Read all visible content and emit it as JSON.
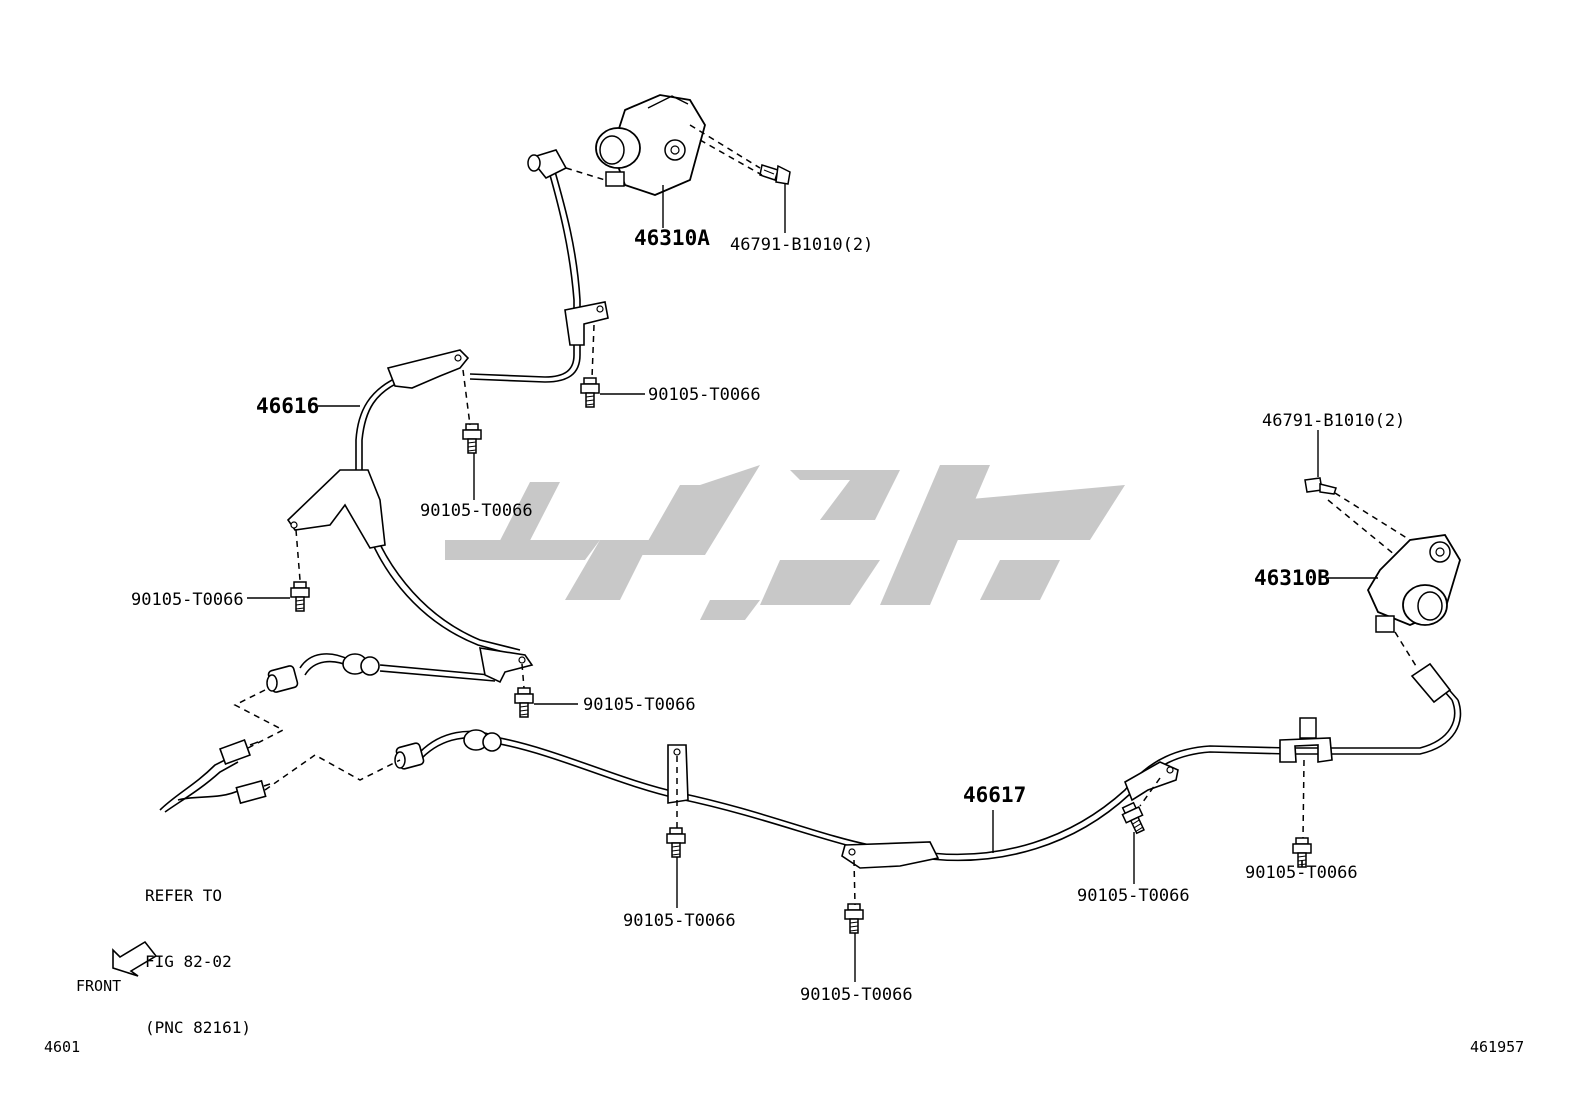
{
  "labels": {
    "actuator_a": "46310A",
    "actuator_b": "46310B",
    "screw_a": "46791-B1010(2)",
    "screw_b": "46791-B1010(2)",
    "cable_front": "46616",
    "cable_rear": "46617",
    "bolt": "90105-T0066"
  },
  "note": {
    "line1": "REFER TO",
    "line2": "FIG 82-02",
    "line3": "(PNC 82161)"
  },
  "direction": "FRONT",
  "figure_number": "4601",
  "illustration_number": "461957",
  "colors": {
    "ink": "#000000",
    "watermark": "#c8c8c8"
  }
}
